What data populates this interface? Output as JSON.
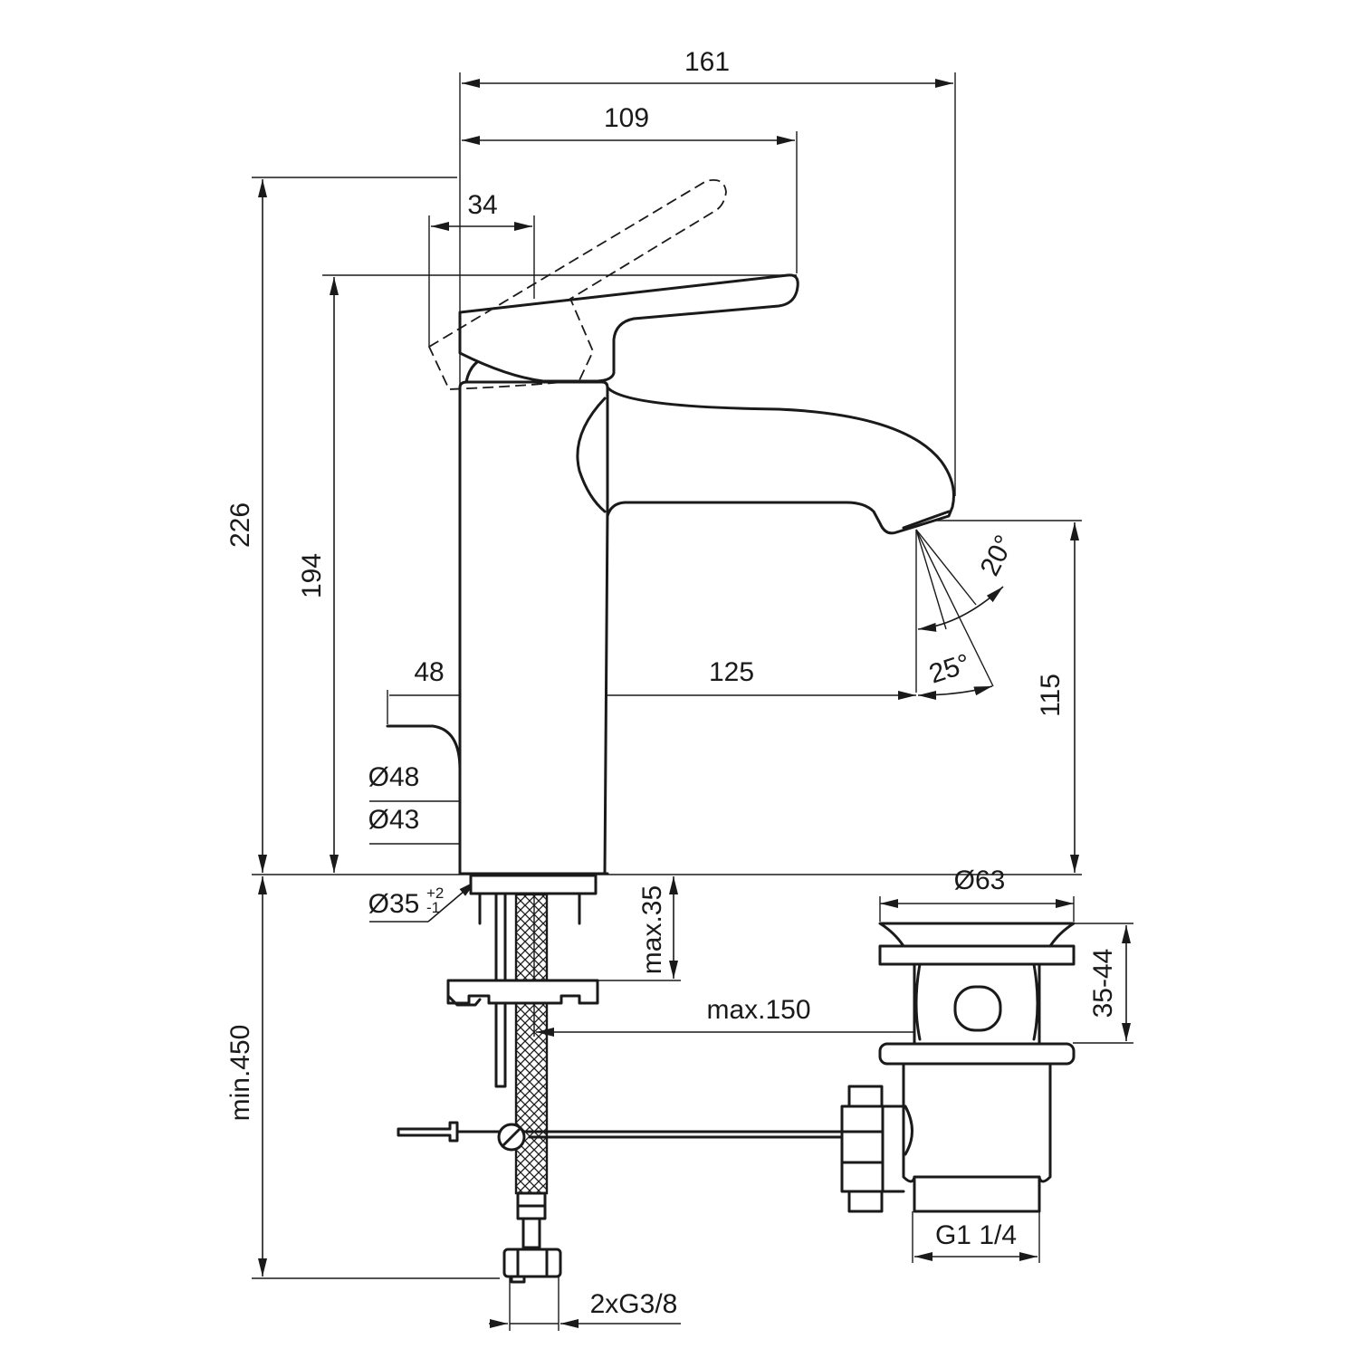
{
  "dimensions": {
    "overall_width": "161",
    "handle_width": "109",
    "lever_offset": "34",
    "overall_height": "226",
    "handle_height": "194",
    "spout_height": "115",
    "popup_rod_offset": "48",
    "spout_projection": "125",
    "spray_angle_1": "20°",
    "spray_angle_2": "25°",
    "body_diameter": "Ø48",
    "base_diameter": "Ø43",
    "hole_diameter": "Ø35",
    "hole_tolerance_upper": "+2",
    "hole_tolerance_lower": "-1",
    "max_deck_thickness": "max.35",
    "max_distance": "max.150",
    "min_hose_length": "min.450",
    "waste_diameter": "Ø63",
    "waste_deck_range": "35-44",
    "waste_thread": "G1 1/4",
    "connection_thread": "2xG3/8"
  }
}
